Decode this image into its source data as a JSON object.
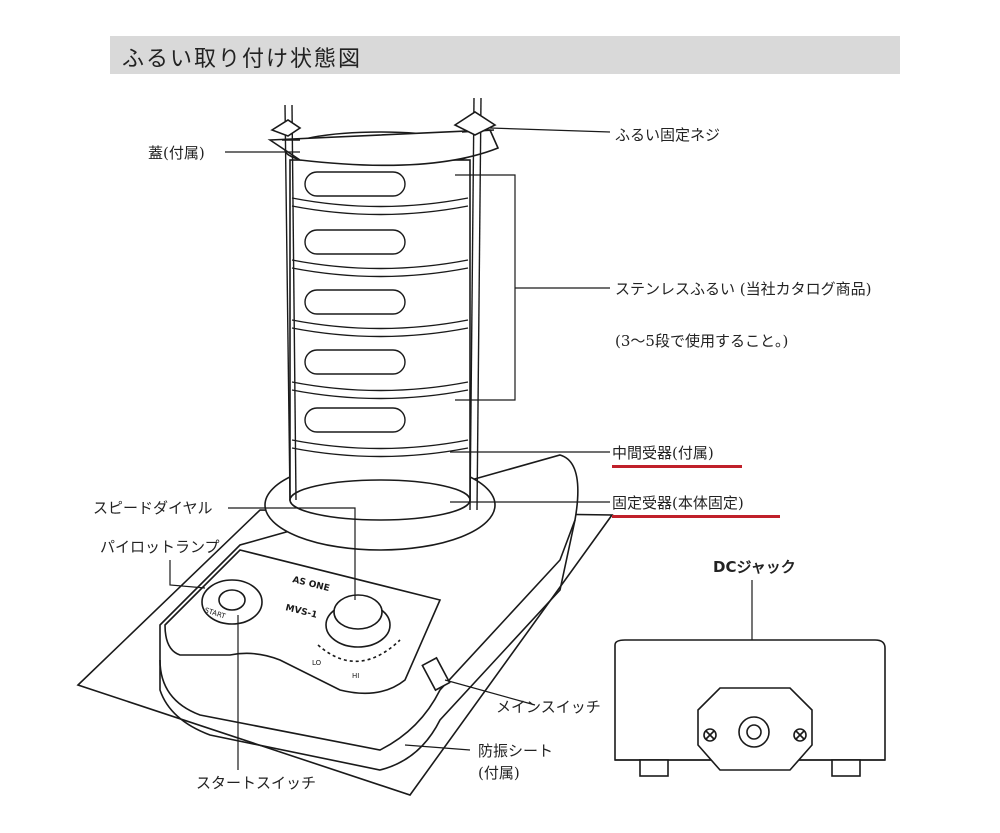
{
  "title": "ふるい取り付け状態図",
  "labels": {
    "lid": "蓋(付属)",
    "sieve_screw": "ふるい固定ネジ",
    "stainless_sieve": "ステンレスふるい (当社カタログ商品)",
    "usage_note": "(3〜5段で使用すること。)",
    "middle_receiver": "中間受器(付属)",
    "fixed_receiver": "固定受器(本体固定)",
    "speed_dial": "スピードダイヤル",
    "pilot_lamp": "パイロットランプ",
    "main_switch": "メインスイッチ",
    "anti_vibration_sheet": "防振シート",
    "anti_vibration_sheet_sub": "(付属)",
    "start_switch": "スタートスイッチ",
    "dc_jack": "DCジャック"
  },
  "panel_text": {
    "brand": "AS ONE",
    "model": "MVS-1",
    "start": "START",
    "lo": "LO",
    "hi": "HI"
  },
  "colors": {
    "underline": "#c0202a",
    "title_bg": "#d9d9d9",
    "line": "#1a1a1a"
  }
}
